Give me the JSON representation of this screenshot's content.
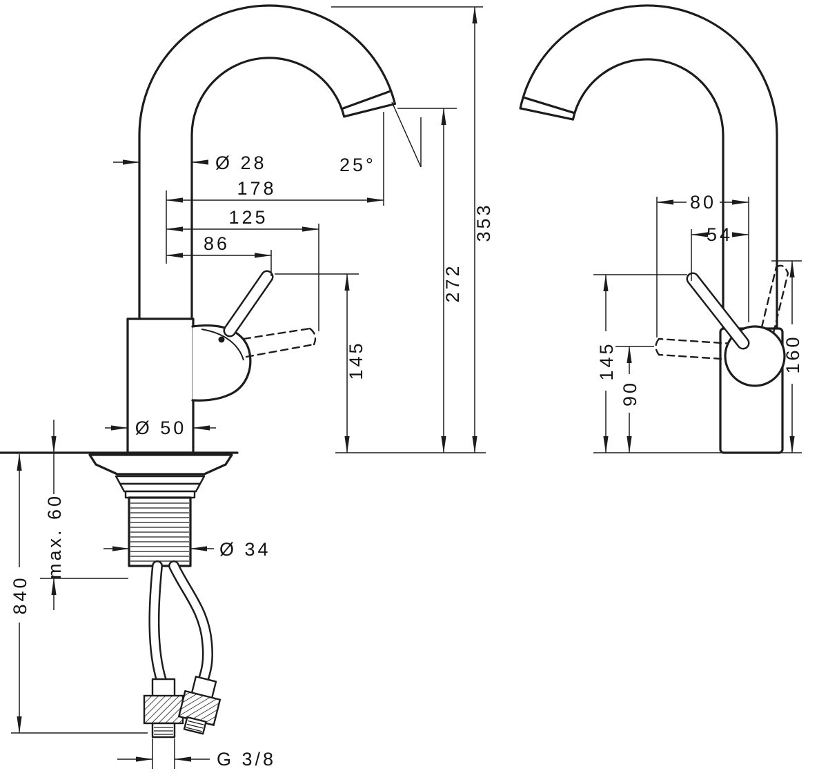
{
  "colors": {
    "line": "#1c1c1c",
    "background": "#ffffff"
  },
  "front_view": {
    "spout_pipe_diameter": "Ø 28",
    "spout_angle": "25°",
    "spout_reach": "178",
    "handle_swing_reach": "125",
    "handle_reach": "86",
    "total_height": "353",
    "spout_outlet_height": "272",
    "handle_top_height": "145",
    "body_diameter": "Ø 50",
    "max_mounting_thickness": "max. 60",
    "mounting_hole_diameter": "Ø 34",
    "hose_length": "840",
    "hose_connection_thread": "G 3/8"
  },
  "side_view": {
    "handle_horizontal_reach": "80",
    "handle_tilted_reach": "54",
    "handle_raised_height": "160",
    "handle_tip_height": "145",
    "pivot_height": "90"
  }
}
